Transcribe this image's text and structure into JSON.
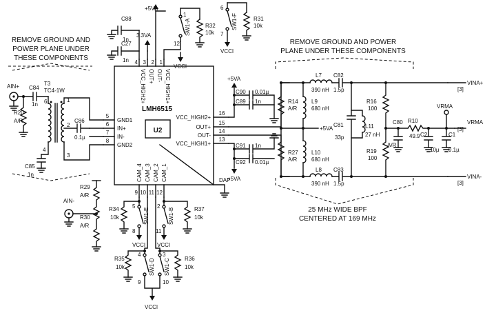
{
  "notes": {
    "left_line1": "REMOVE GROUND AND",
    "left_line2": "POWER PLANE UNDER",
    "left_line3": "THESE COMPONENTS",
    "right_line1": "REMOVE GROUND AND POWER",
    "right_line2": "PLANE UNDER THESE COMPONENTS",
    "bpf_line1": "25 MHz WIDE BPF",
    "bpf_line2": "CENTERED AT 169 MHz"
  },
  "rails": {
    "vcc5": "+5VA",
    "vcc33": "3.3VA",
    "vcci": "VCCI"
  },
  "ic": {
    "part": "LMH6515",
    "ref": "U2",
    "dap": "DAP",
    "pins_left": [
      {
        "num": "5",
        "name": "GND1"
      },
      {
        "num": "6",
        "name": "IN+"
      },
      {
        "num": "7",
        "name": "IN-"
      },
      {
        "num": "8",
        "name": "GND2"
      }
    ],
    "pins_right": [
      {
        "num": "16",
        "name": "VCC_HIGH2+"
      },
      {
        "num": "15",
        "name": "OUT+"
      },
      {
        "num": "14",
        "name": "OUT-"
      },
      {
        "num": "13",
        "name": "VCC_HIGH1+"
      }
    ],
    "pins_top": [
      {
        "num": "4",
        "name": "VCC_HIGH2+"
      },
      {
        "num": "3",
        "name": "OUT+"
      },
      {
        "num": "2",
        "name": "OUT-"
      },
      {
        "num": "1",
        "name": "VCC_HIGH1+"
      }
    ],
    "pins_bottom": [
      {
        "num": "9",
        "name": "CAM_4"
      },
      {
        "num": "10",
        "name": "CAM_3"
      },
      {
        "num": "11",
        "name": "CAM_2"
      },
      {
        "num": "12",
        "name": "CAM_1"
      }
    ]
  },
  "components": {
    "c88": {
      "ref": "C88",
      "val": "1n"
    },
    "c27": {
      "ref": "C27",
      "val": "1n"
    },
    "sw1a": {
      "ref": "SW1-A",
      "p1": "1",
      "p2": "12"
    },
    "sw1f": {
      "ref": "SW1-F",
      "p1": "6",
      "p2": "7"
    },
    "r32": {
      "ref": "R32",
      "val": "10k"
    },
    "r31": {
      "ref": "R31",
      "val": "10k"
    },
    "c84": {
      "ref": "C84",
      "val": "1n"
    },
    "t3": {
      "ref": "T3",
      "val": "TC4-1W",
      "p1": "6",
      "p2": "4",
      "p3": "2",
      "p4": "3",
      "p5": "1"
    },
    "r20": {
      "ref": "R20",
      "val": "A/R"
    },
    "c86": {
      "ref": "C86",
      "val": "0.1µ"
    },
    "c85": {
      "ref": "C85",
      "val": "1n"
    },
    "ain_p": "AIN+",
    "ain_n": "AIN-",
    "r29": {
      "ref": "R29",
      "val": "A/R"
    },
    "r30": {
      "ref": "R30",
      "val": "A/R"
    },
    "c90": {
      "ref": "C90",
      "val": "0.01µ"
    },
    "c89": {
      "ref": "C89",
      "val": "1n"
    },
    "c91": {
      "ref": "C91",
      "val": "1n"
    },
    "c92": {
      "ref": "C92",
      "val": "0.01µ"
    },
    "r34": {
      "ref": "R34",
      "val": "10k"
    },
    "r37": {
      "ref": "R37",
      "val": "10k"
    },
    "sw1e": {
      "ref": "SW1-E",
      "p1": "5",
      "p2": "8"
    },
    "sw1b": {
      "ref": "SW1-B",
      "p1": "2",
      "p2": "11"
    },
    "r35": {
      "ref": "R35",
      "val": "10k"
    },
    "r36": {
      "ref": "R36",
      "val": "10k"
    },
    "sw1d": {
      "ref": "SW1-D",
      "p1": "4",
      "p2": "9"
    },
    "sw1c": {
      "ref": "SW1-C",
      "p1": "3",
      "p2": "10"
    },
    "r14": {
      "ref": "R14",
      "val": "A/R"
    },
    "r27": {
      "ref": "R27",
      "val": "A/R"
    },
    "l7": {
      "ref": "L7",
      "val": "390 nH"
    },
    "l8": {
      "ref": "L8",
      "val": "390 nH"
    },
    "l9": {
      "ref": "L9",
      "val": "680 nH"
    },
    "l10": {
      "ref": "L10",
      "val": "680 nH"
    },
    "l11": {
      "ref": "L11",
      "val": "27 nH"
    },
    "c81": {
      "ref": "C81",
      "val": "33p"
    },
    "c82": {
      "ref": "C82",
      "val": "1.5p"
    },
    "c83": {
      "ref": "C83",
      "val": "1.5p"
    },
    "r16": {
      "ref": "R16",
      "val": "100"
    },
    "r19": {
      "ref": "R19",
      "val": "100"
    },
    "r10": {
      "ref": "R10",
      "val": "49.9"
    },
    "c80": {
      "ref": "C80",
      "val": "A/R"
    },
    "c2": {
      "ref": "C2",
      "val": "10µ"
    },
    "c1": {
      "ref": "C1",
      "val": "0.1µ"
    }
  },
  "nets": {
    "vina_p": "VINA+",
    "vina_n": "VINA-",
    "vrma": "VRMA",
    "vrma_top": "VRMA",
    "ref3": "[3]"
  }
}
